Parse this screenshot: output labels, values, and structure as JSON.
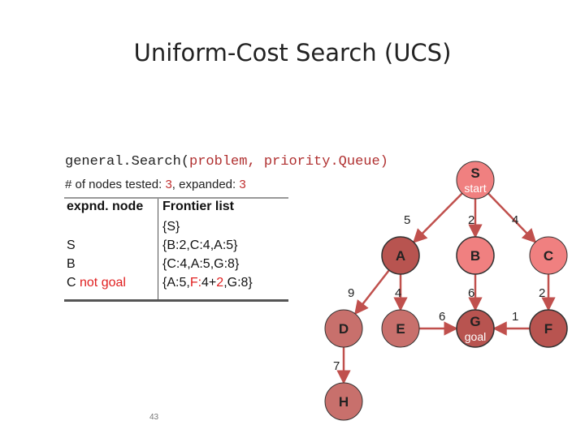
{
  "title": "Uniform-Cost Search (UCS)",
  "code": {
    "func": "general.Search(",
    "args": "problem, priority.Queue)"
  },
  "stats": {
    "tested_label": "# of nodes tested:",
    "tested": "3",
    "expanded_label": "expanded:",
    "expanded": "3"
  },
  "table": {
    "headers": [
      "expnd. node",
      "Frontier list"
    ],
    "rows": [
      {
        "node": "",
        "frontier": "{S}"
      },
      {
        "node": "S",
        "frontier": "{B:2,C:4,A:5}"
      },
      {
        "node": "B",
        "frontier": "{C:4,A:5,G:8}"
      },
      {
        "node": "C",
        "node_suffix": " not goal",
        "frontier_pre": "{A:5,",
        "frontier_red": "F:",
        "frontier_mid": "4+",
        "frontier_red2": "2",
        "frontier_post": ",G:8}"
      }
    ]
  },
  "graph": {
    "nodes": {
      "S": {
        "label": "S",
        "sub": "start"
      },
      "A": {
        "label": "A"
      },
      "B": {
        "label": "B"
      },
      "C": {
        "label": "C"
      },
      "D": {
        "label": "D"
      },
      "E": {
        "label": "E"
      },
      "G": {
        "label": "G",
        "sub": "goal"
      },
      "F": {
        "label": "F"
      },
      "H": {
        "label": "H"
      }
    },
    "edges": [
      {
        "from": "S",
        "to": "A",
        "cost": "5"
      },
      {
        "from": "S",
        "to": "B",
        "cost": "2"
      },
      {
        "from": "S",
        "to": "C",
        "cost": "4"
      },
      {
        "from": "A",
        "to": "D",
        "cost": "9"
      },
      {
        "from": "A",
        "to": "E",
        "cost": "4"
      },
      {
        "from": "B",
        "to": "G",
        "cost": "6"
      },
      {
        "from": "C",
        "to": "F",
        "cost": "2"
      },
      {
        "from": "D",
        "to": "H",
        "cost": "7"
      },
      {
        "from": "E",
        "to": "G",
        "cost": "6"
      },
      {
        "from": "F",
        "to": "G",
        "cost": "1"
      }
    ],
    "colors": {
      "expanded": "#f08080",
      "frontier": "#b85450",
      "pale": "#c8706c",
      "edge": "#c0504d"
    }
  },
  "page_number": "43"
}
